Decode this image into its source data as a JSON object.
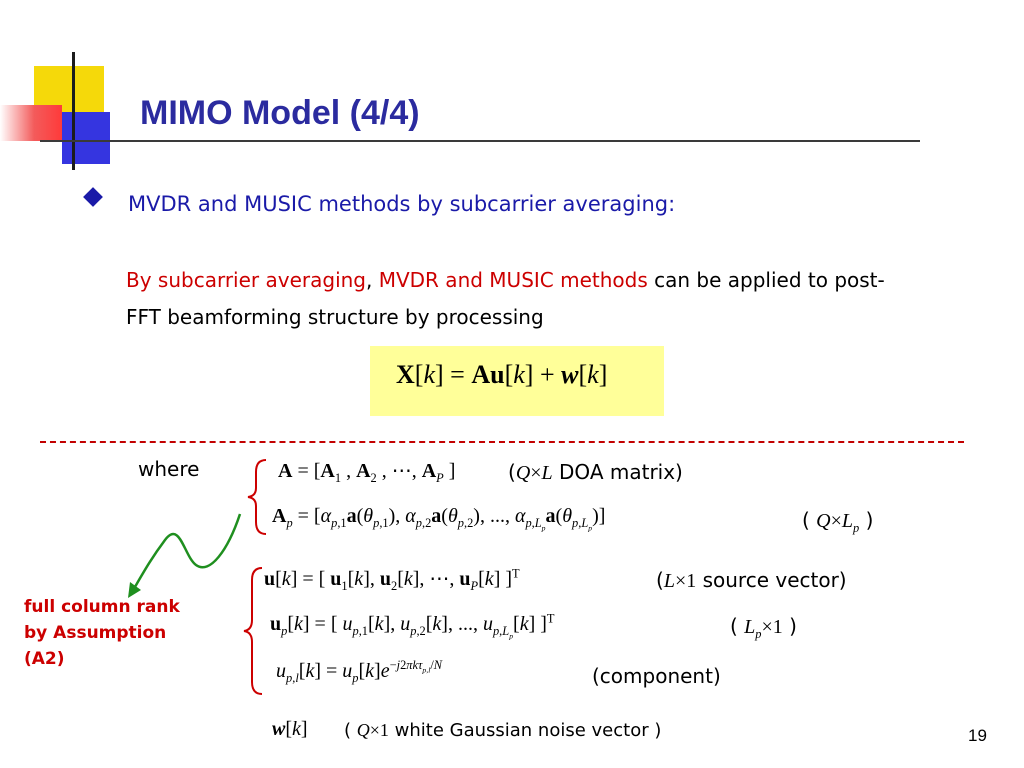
{
  "title": "MIMO Model (4/4)",
  "bullet": "MVDR and MUSIC methods by subcarrier averaging:",
  "paragraph": {
    "part1": "By subcarrier averaging",
    "comma": ",",
    "part2": "MVDR and MUSIC methods",
    "part3": "can be applied to post-FFT beamforming structure by processing"
  },
  "where_label": "where",
  "notes": {
    "doa": "DOA matrix)",
    "source": "source vector)",
    "component": "(component)",
    "noise": "white Gaussian noise vector )"
  },
  "side_note": [
    "full column rank",
    "by Assumption",
    "(A2)"
  ],
  "page_number": "19",
  "colors": {
    "title": "#2b2b9f",
    "bullet": "#1a1aa8",
    "highlight_red": "#cc0000",
    "equation_box": "#ffff99",
    "arrow_green": "#1f8f1f"
  }
}
